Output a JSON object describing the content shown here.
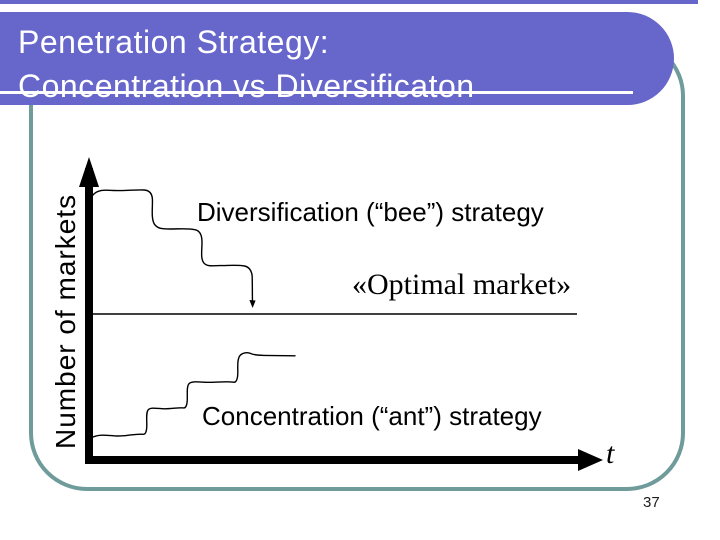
{
  "slide": {
    "title_line1": "Penetration Strategy:",
    "title_line2": "Concentration vs Diversificaton",
    "page_number": "37"
  },
  "diagram": {
    "y_axis_label": "Number of markets",
    "x_axis_label": "t",
    "labels": {
      "diversification": "Diversification (“bee”) strategy",
      "optimal": "«Optimal market»",
      "concentration": "Concentration (“ant”) strategy"
    }
  },
  "colors": {
    "banner_purple": "#6666cb",
    "frame_teal": "#6f9b9b",
    "title_text": "#ffffff",
    "ink": "#000000"
  },
  "chart_data": {
    "type": "line",
    "title": "",
    "xlabel": "t",
    "ylabel": "Number of markets",
    "grid": false,
    "legend_position": "none",
    "description": "Qualitative staircase diagram: the diversification (bee) strategy starts with many markets and steps down over time to the optimal market level; the concentration (ant) strategy starts with few markets and steps up over time toward the same level.",
    "reference_line": {
      "label": "«Optimal market»",
      "level_rel": 0.5,
      "x_span_rel": [
        0.0,
        0.94
      ]
    },
    "series": [
      {
        "name": "Diversification (“bee”) strategy",
        "direction": "stepping down",
        "x_step_edges_rel": [
          0.0,
          0.12,
          0.22,
          0.31,
          0.31
        ],
        "y_levels_rel": [
          0.9,
          0.78,
          0.66,
          0.52
        ],
        "ends_at": "optimal market line (arrow tip touches line)"
      },
      {
        "name": "Concentration (“ant”) strategy",
        "direction": "stepping up",
        "x_step_edges_rel": [
          0.0,
          0.105,
          0.185,
          0.285,
          0.4
        ],
        "y_levels_rel": [
          0.09,
          0.18,
          0.27,
          0.36
        ],
        "ends_at": "below optimal market line"
      }
    ]
  }
}
